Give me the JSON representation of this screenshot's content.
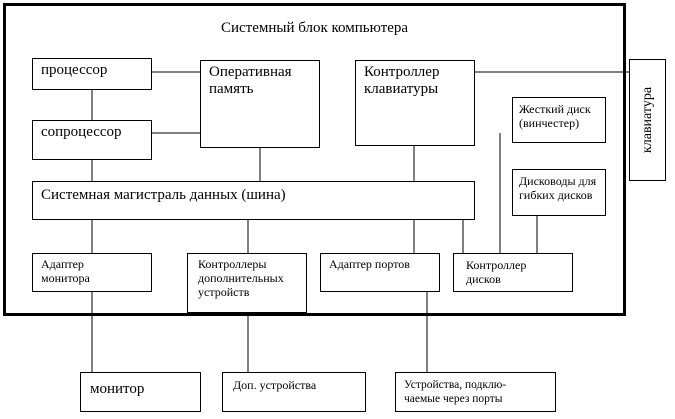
{
  "title": "Системный блок компьютера",
  "nodes": {
    "processor": "процессор",
    "coprocessor": "сопроцессор",
    "ram_line1": "Оперативная",
    "ram_line2": "память",
    "kbd_ctrl_line1": "Контроллер",
    "kbd_ctrl_line2": "клавиатуры",
    "hdd_line1": "Жесткий диск",
    "hdd_line2": "(винчестер)",
    "fdd_line1": "Дисководы для",
    "fdd_line2": "гибких дисков",
    "bus": "Системная магистраль данных (шина)",
    "monitor_adapter_line1": "Адаптер",
    "monitor_adapter_line2": "монитора",
    "extra_ctrl_line1": "Контроллеры",
    "extra_ctrl_line2": "дополнительных",
    "extra_ctrl_line3": "устройств",
    "port_adapter": "Адаптер портов",
    "disk_ctrl_line1": "Контроллер",
    "disk_ctrl_line2": "дисков",
    "keyboard": "клавиатура",
    "monitor": "монитор",
    "extra_devices": "Доп. устройства",
    "port_devices_line1": "Устройства, подклю-",
    "port_devices_line2": "чаемые через порты"
  },
  "edges": [
    [
      "processor",
      "ram"
    ],
    [
      "coprocessor",
      "ram"
    ],
    [
      "processor",
      "coprocessor"
    ],
    [
      "coprocessor",
      "bus"
    ],
    [
      "ram",
      "bus"
    ],
    [
      "keyboard_controller",
      "bus"
    ],
    [
      "keyboard_controller",
      "keyboard"
    ],
    [
      "hard_disk",
      "disk_controller"
    ],
    [
      "floppy_drives",
      "disk_controller"
    ],
    [
      "bus",
      "monitor_adapter"
    ],
    [
      "bus",
      "extra_controllers"
    ],
    [
      "bus",
      "port_adapter"
    ],
    [
      "bus",
      "disk_controller"
    ],
    [
      "monitor_adapter",
      "monitor"
    ],
    [
      "extra_controllers",
      "extra_devices"
    ],
    [
      "port_adapter",
      "port_devices"
    ]
  ]
}
